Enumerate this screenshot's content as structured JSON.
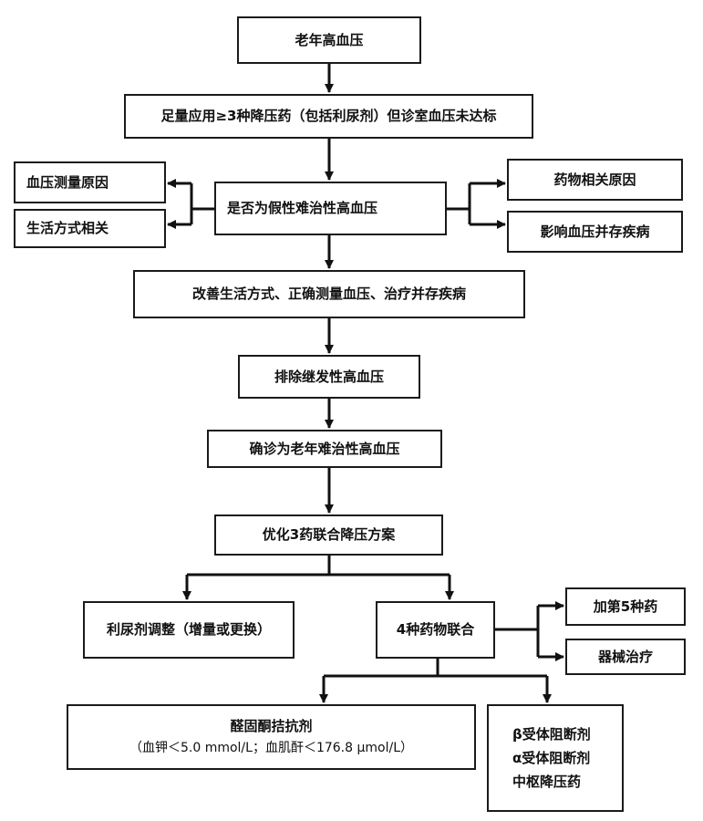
{
  "nodes": {
    "root": "老年高血压",
    "full_dose": "足量应用≥3种降压药（包括利尿剂）但诊室血压未达标",
    "bp_measure": "血压测量原因",
    "lifestyle": "生活方式相关",
    "pseudo": "是否为假性难治性高血压",
    "drug_cause": "药物相关原因",
    "comorbid": "影响血压并存疾病",
    "improve": "改善生活方式、正确测量血压、治疗并存疾病",
    "exclude": "排除继发性高血压",
    "confirm": "确诊为老年难治性高血压",
    "optimize": "优化3药联合降压方案",
    "diuretic_adjust": "利尿剂调整（增量或更换）",
    "four_drug": "4种药物联合",
    "fifth_drug": "加第5种药",
    "device": "器械治疗",
    "aldosterone": "醛固酮拮抗剂",
    "aldosterone_note": "（血钾＜5.0 mmol/L；血肌酐＜176.8 μmol/L）",
    "beta_blocker": "β受体阻断剂",
    "alpha_blocker": "α受体阻断剂",
    "central": "中枢降压药"
  }
}
